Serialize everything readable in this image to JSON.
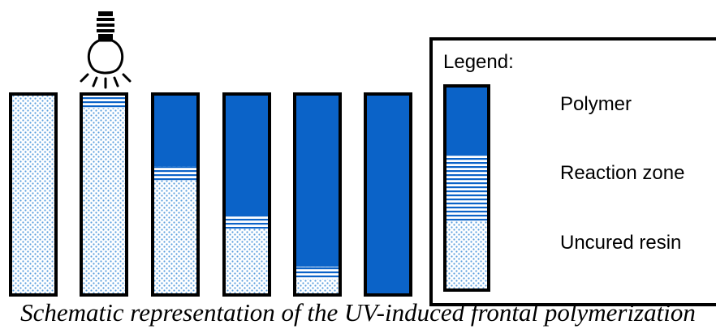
{
  "colors": {
    "polymer": "#0b63c8",
    "reaction_stripe": "#0b63c8",
    "resin_dot": "#5a9ede",
    "outline": "#000000",
    "background": "#ffffff"
  },
  "stages": [
    {
      "name": "stage-1",
      "polymer_fraction": 0.0,
      "reaction_fraction": 0.0
    },
    {
      "name": "stage-2",
      "polymer_fraction": 0.0,
      "reaction_fraction": 0.07
    },
    {
      "name": "stage-3",
      "polymer_fraction": 0.36,
      "reaction_fraction": 0.07
    },
    {
      "name": "stage-4",
      "polymer_fraction": 0.61,
      "reaction_fraction": 0.06
    },
    {
      "name": "stage-5",
      "polymer_fraction": 0.86,
      "reaction_fraction": 0.06
    },
    {
      "name": "stage-6",
      "polymer_fraction": 1.0,
      "reaction_fraction": 0.0
    }
  ],
  "lamp_icon": "light-bulb-icon",
  "legend": {
    "title": "Legend:",
    "items": [
      {
        "label": "Polymer",
        "kind": "polymer"
      },
      {
        "label": "Reaction zone",
        "kind": "reaction"
      },
      {
        "label": "Uncured resin",
        "kind": "resin"
      }
    ]
  },
  "caption": "Schematic representation of the UV-induced frontal polymerization"
}
